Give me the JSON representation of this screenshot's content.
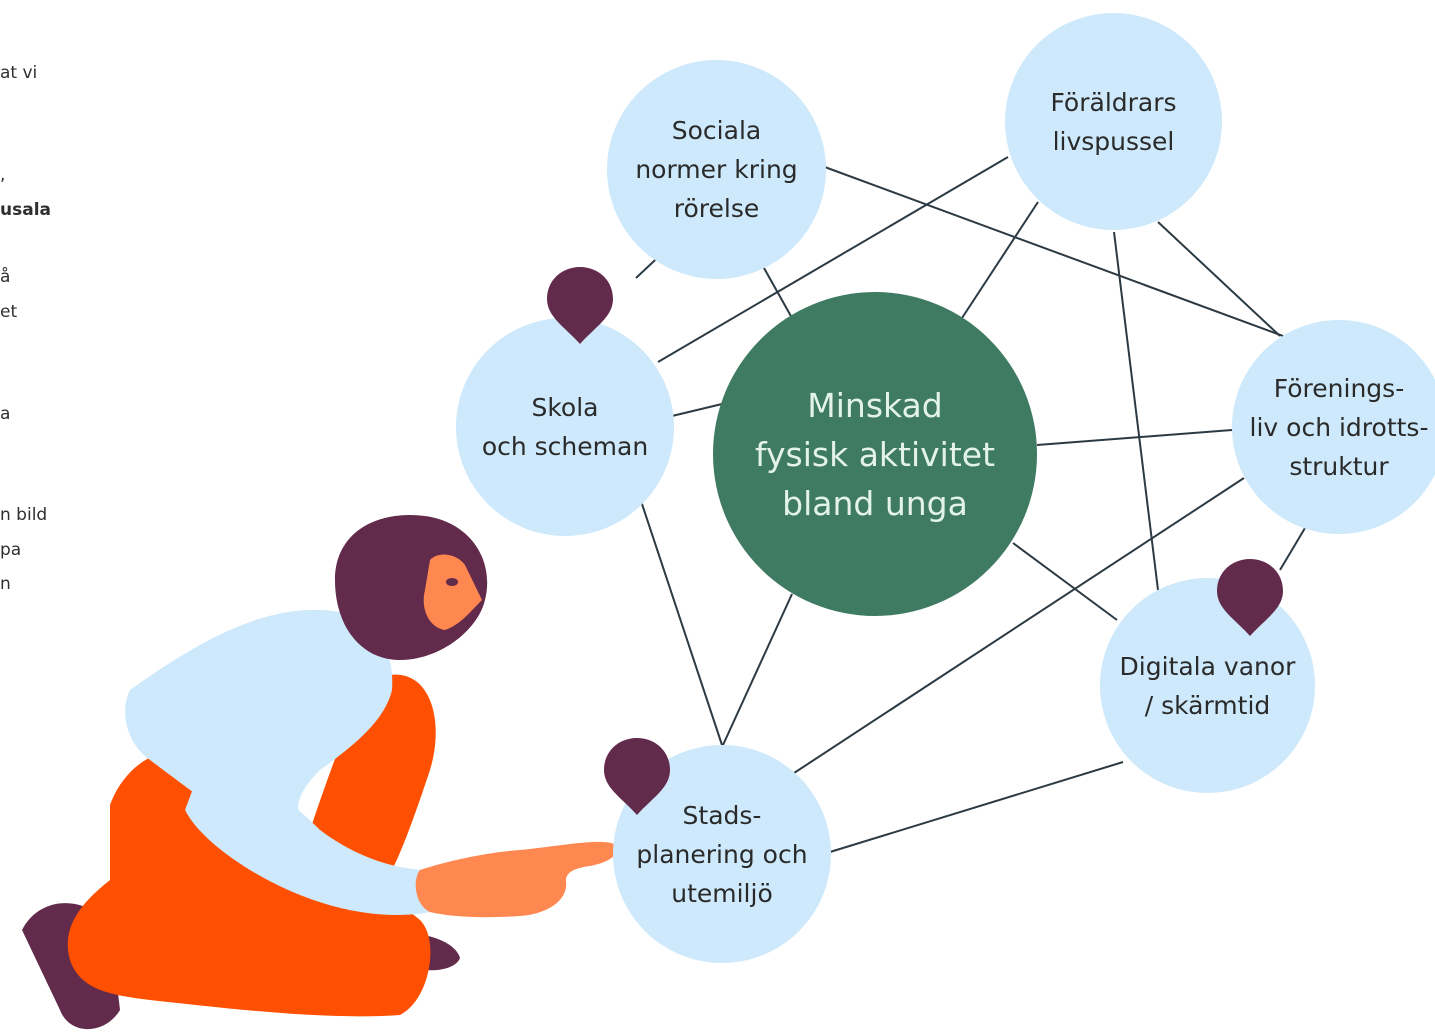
{
  "side_text": [
    "at vi",
    ",",
    "usala",
    "å",
    "et",
    "a",
    "n bild",
    "pa",
    "n"
  ],
  "center_node": {
    "label": "Minskad\nfysisk aktivitet\nbland unga"
  },
  "nodes": {
    "sociala": "Sociala\nnormer kring\nrörelse",
    "foraldrars": "Föräldrars\nlivspussel",
    "skola": "Skola\noch scheman",
    "forenings": "Förenings-\nliv och idrotts-\nstruktur",
    "digitala": "Digitala vanor\n/ skärmtid",
    "stads": "Stads-\nplanering och\nutemiljö"
  },
  "colors": {
    "node_fill": "#cde9fb",
    "center_fill": "#3f7a63",
    "pin": "#622a4b",
    "line": "#2c3a44",
    "shirt": "#cde9fb",
    "pants": "#fe5000",
    "skin": "#ff8850",
    "hair": "#622a4b"
  },
  "icons": [
    "map-pin-icon",
    "person-pointing-illustration"
  ]
}
